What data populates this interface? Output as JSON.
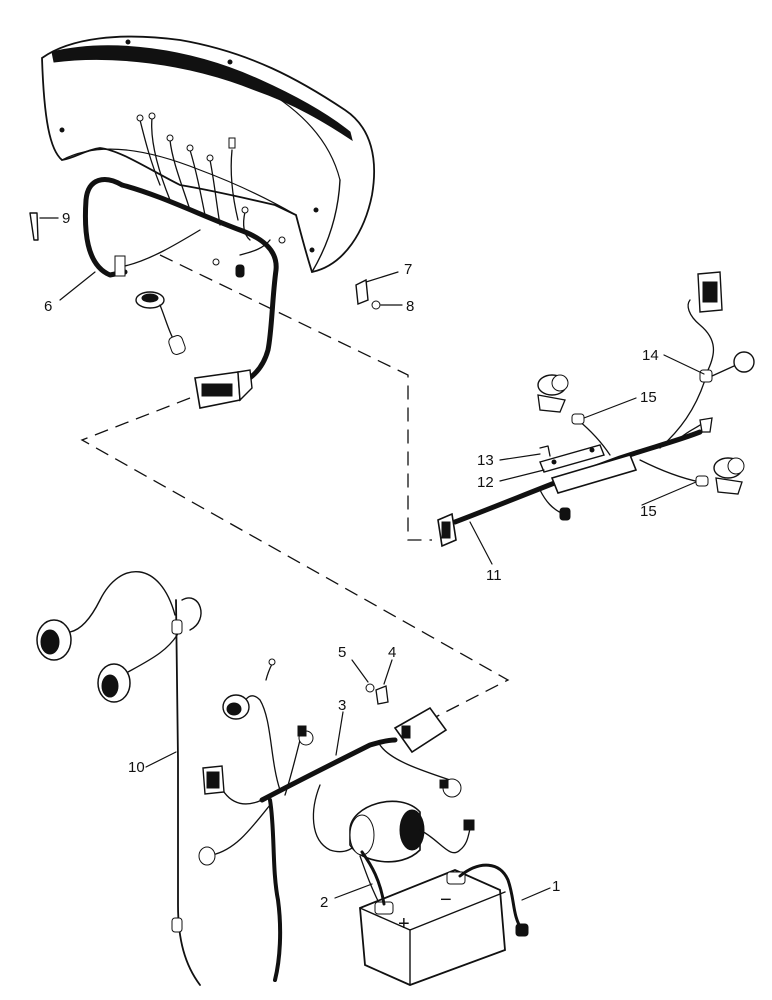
{
  "callouts": {
    "c1": "1",
    "c2": "2",
    "c3": "3",
    "c4": "4",
    "c5": "5",
    "c6": "6",
    "c7": "7",
    "c8": "8",
    "c9": "9",
    "c10": "10",
    "c11": "11",
    "c12": "12",
    "c13": "13",
    "c14": "14",
    "c15a": "15",
    "c15b": "15"
  },
  "battery": {
    "plus_symbol": "+",
    "minus_symbol": "−"
  }
}
